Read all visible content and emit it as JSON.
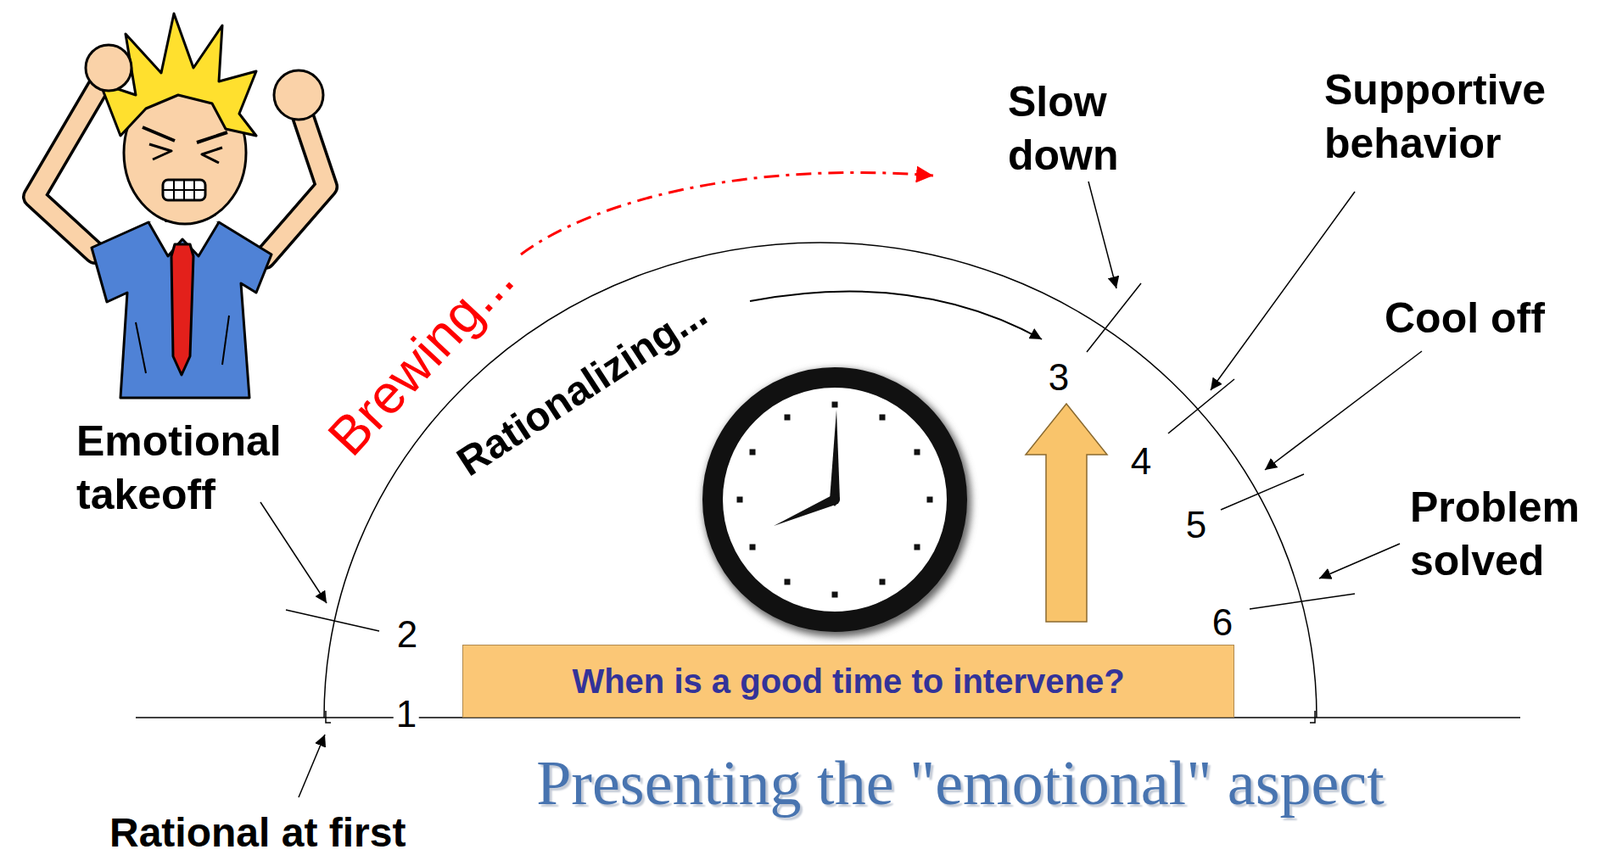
{
  "diagram": {
    "title": "Presenting the \"emotional\" aspect",
    "nodes": [
      {
        "text": [
          "When is a good time to intervene?"
        ]
      }
    ],
    "labels": [
      "Emotional takeoff",
      "Brewing...",
      "Rationalizing...",
      "Slow down",
      "Supportive behavior",
      "Cool off",
      "Problem solved",
      "1",
      "2",
      "3",
      "4",
      "5",
      "6",
      "Rational at first"
    ]
  }
}
